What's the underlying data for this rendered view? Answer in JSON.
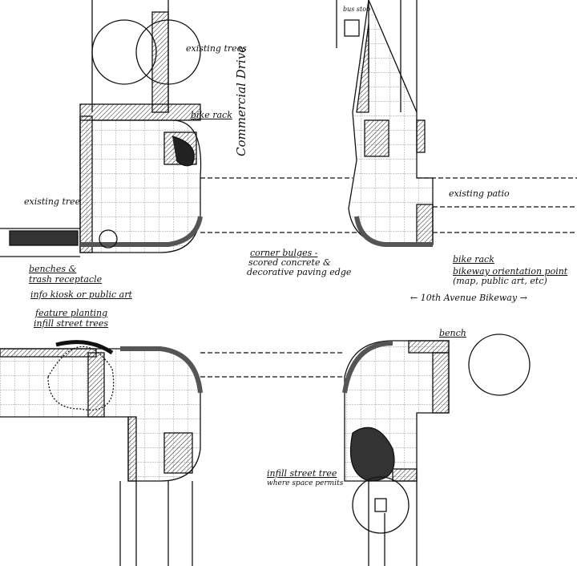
{
  "labels": {
    "existing_trees": "existing trees",
    "bike_rack_nw": "bike rack",
    "street_name": "Commercial Drive",
    "bus_stop": "bus stop",
    "existing_patio": "existing patio",
    "existing_tree": "existing tree",
    "benches": "benches &",
    "trash": "trash receptacle",
    "info_kiosk": "info kiosk or public art",
    "corner_bulges_1": "corner bulges -",
    "corner_bulges_2": "scored concrete &",
    "corner_bulges_3": "decorative paving edge",
    "bike_rack_ne": "bike rack",
    "orientation_1": "bikeway orientation point",
    "orientation_2": "(map, public art, etc)",
    "bikeway": "← 10th Avenue Bikeway →",
    "feature_planting": "feature planting",
    "infill_trees": "infill street trees",
    "bench": "bench",
    "infill_tree_1": "infill street tree",
    "infill_tree_2": "where space permits"
  }
}
